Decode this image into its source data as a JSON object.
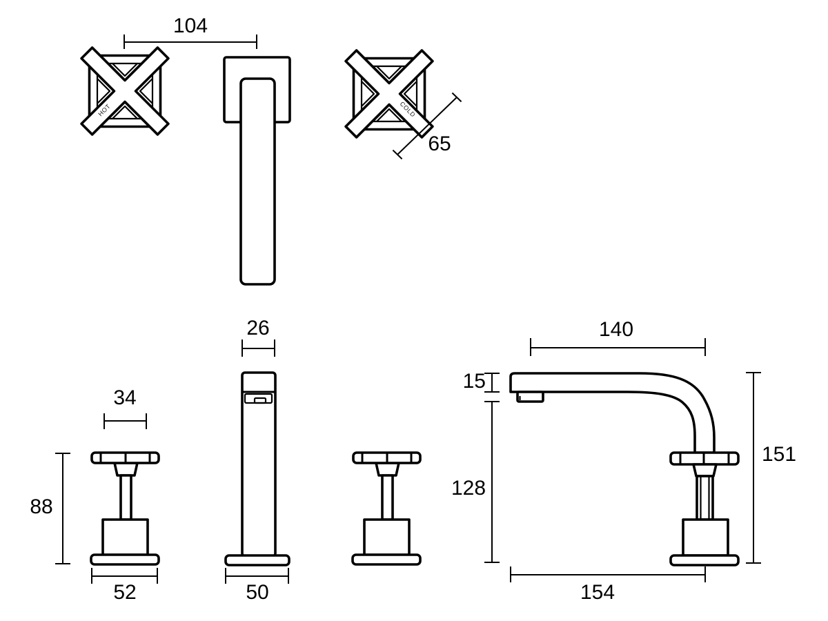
{
  "labels": {
    "hot": "HOT",
    "cold": "COLD"
  },
  "dimensions": {
    "handle_centres": "104",
    "handle_diagonal": "65",
    "handle_top_width": "34",
    "handle_height": "88",
    "handle_base_width": "52",
    "spout_body_width": "26",
    "spout_base_width": "50",
    "spout_reach": "140",
    "spout_nose_height": "15",
    "outlet_clearance": "128",
    "overall_height": "151",
    "base_to_outlet": "154"
  },
  "colors": {
    "line": "#000000",
    "background": "#ffffff"
  }
}
